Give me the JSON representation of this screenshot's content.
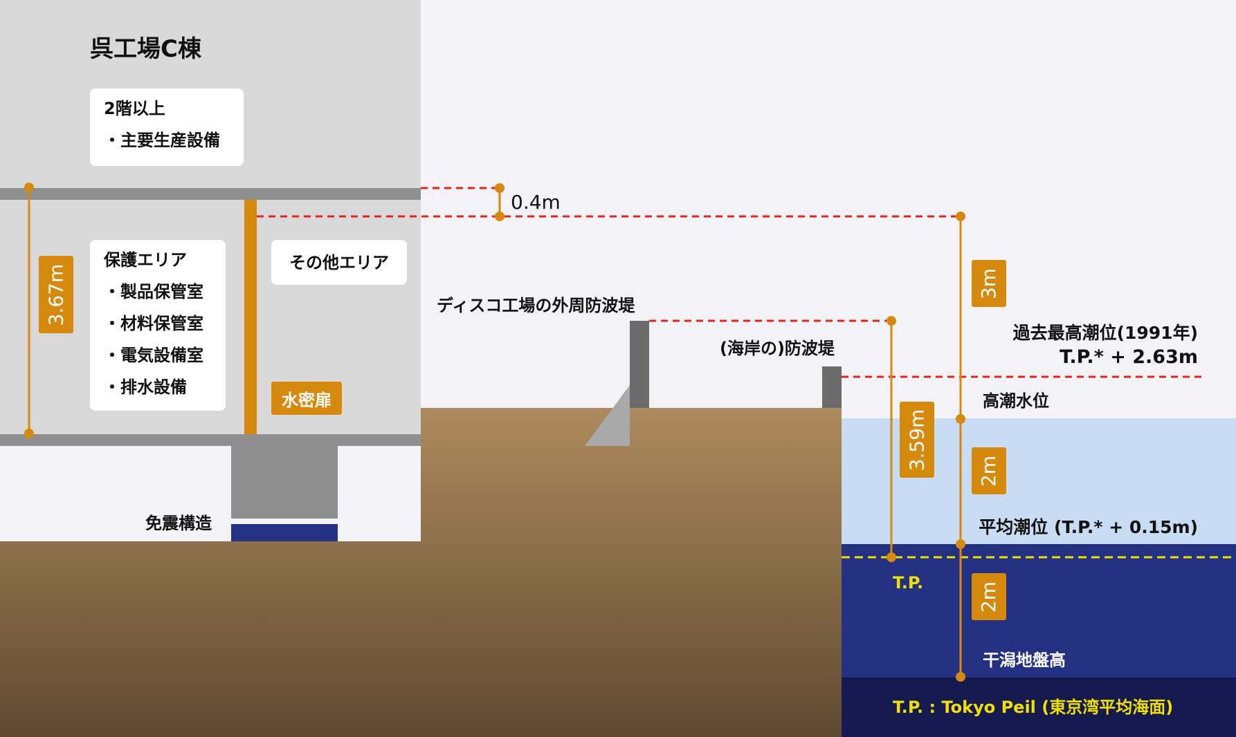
{
  "building": {
    "title": "呉工場C棟",
    "upper_floor": {
      "heading": "2階以上",
      "items": [
        "・主要生産設備"
      ]
    },
    "protected_area": {
      "heading": "保護エリア",
      "items": [
        "・製品保管室",
        "・材料保管室",
        "・電気設備室",
        "・排水設備"
      ]
    },
    "other_area": "その他エリア",
    "watertight_door": "水密扉",
    "seismic_isolation": "免震構造"
  },
  "dimensions": {
    "floor_height": "3.67m",
    "margin": "0.4m",
    "above_high_tide": "3m",
    "high_tide_to_mean": "2m",
    "mean_to_mudflat": "2m",
    "seawall_above_tp": "3.59m"
  },
  "labels": {
    "disco_seawall": "ディスコ工場の外周防波堤",
    "coastal_seawall": "(海岸の)防波堤",
    "record_tide_line1": "過去最高潮位(1991年)",
    "record_tide_line2": "T.P.* + 2.63m",
    "high_tide": "高潮水位",
    "mean_tide": "平均潮位 (T.P.* + 0.15m)",
    "tp": "T.P.",
    "mudflat": "干潟地盤高",
    "footnote": "T.P. : Tokyo Peil (東京湾平均海面)"
  },
  "colors": {
    "accent": "#d58a0e",
    "red_line": "#e8201e",
    "yellow_line": "#f0e000",
    "building": "#d9d9d9",
    "slab": "#8f8f8f",
    "water_light": "#c8ddf3",
    "water_dark": "#243081",
    "water_deepest": "#141a4e"
  }
}
